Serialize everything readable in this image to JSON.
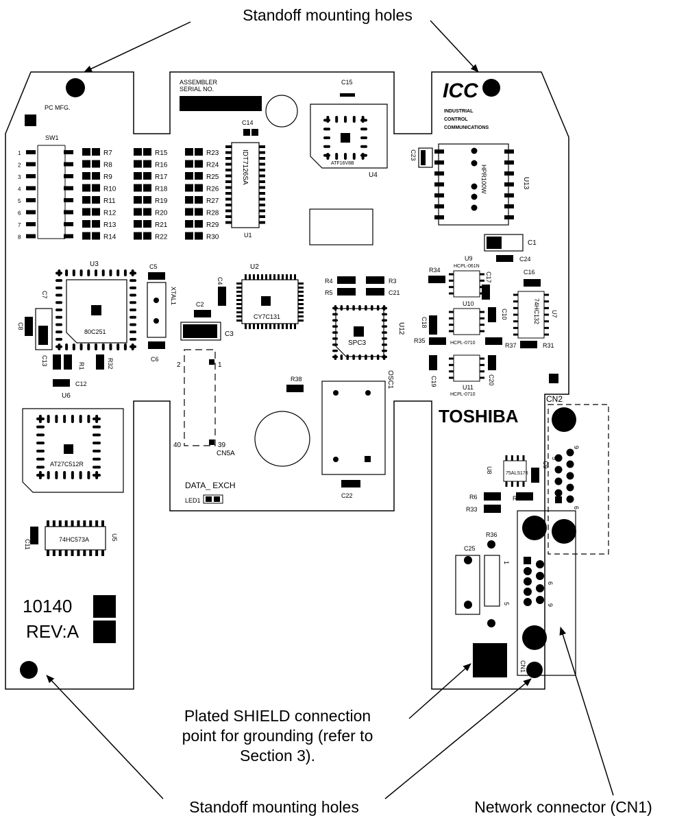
{
  "callouts": {
    "top": "Standoff mounting holes",
    "bottom_left": "Standoff mounting holes",
    "shield_line1": "Plated SHIELD connection",
    "shield_line2": "point for grounding (refer to",
    "shield_line3": "Section 3).",
    "network": "Network connector (CN1)"
  },
  "board": {
    "assembler": "ASSEMBLER",
    "serial": "SERIAL NO.",
    "pc_mfg": "PC MFG.",
    "icc_logo": "ICC",
    "icc_line1": "INDUSTRIAL",
    "icc_line2": "CONTROL",
    "icc_line3": "COMMUNICATIONS",
    "sw1": "SW1",
    "sw_pins": [
      "1",
      "2",
      "3",
      "4",
      "5",
      "6",
      "7",
      "8"
    ],
    "res_col1": [
      "R7",
      "R8",
      "R9",
      "R10",
      "R11",
      "R12",
      "R13",
      "R14"
    ],
    "res_col2": [
      "R15",
      "R16",
      "R17",
      "R18",
      "R19",
      "R20",
      "R21",
      "R22"
    ],
    "res_col3": [
      "R23",
      "R24",
      "R25",
      "R26",
      "R27",
      "R28",
      "R29",
      "R30"
    ],
    "c14": "C14",
    "u1_chip": "IDT7126SA",
    "u1": "U1",
    "c15": "C15",
    "u4_chip": "ATF16V8B",
    "u4": "U4",
    "c23": "C23",
    "u13_chip": "HPR100W",
    "u13": "U13",
    "c1": "C1",
    "c24": "C24",
    "u3": "U3",
    "u3_chip": "80C251",
    "c5": "C5",
    "xtal1": "XTAL1",
    "c6": "C6",
    "c7": "C7",
    "c8": "C8",
    "c2": "C2",
    "c3": "C3",
    "c4": "C4",
    "u2": "U2",
    "u2_chip": "CY7C131",
    "r4": "R4",
    "r3": "R3",
    "r5": "R5",
    "c21": "C21",
    "u12_chip": "SPC3",
    "u12": "U12",
    "r34": "R34",
    "u9": "U9",
    "u9_chip": "HCPL-061N",
    "c17": "C17",
    "c16": "C16",
    "u10": "U10",
    "u10_chip": "HCPL-0710",
    "c18": "C18",
    "c10": "C10",
    "u7_chip": "74HC132",
    "u7": "U7",
    "r35": "R35",
    "r37": "R37",
    "r31": "R31",
    "c19": "C19",
    "u11": "U11",
    "u11_chip": "HCPL-0710",
    "c20": "C20",
    "c13": "C13",
    "r1": "R1",
    "r32": "R32",
    "c12": "C12",
    "r38": "R38",
    "osc1": "OSC1",
    "u6": "U6",
    "u6_chip": "AT27C512R",
    "cn5a": "CN5A",
    "data_exch": "DATA_ EXCH",
    "led1": "LED1",
    "c22": "C22",
    "toshiba": "TOSHIBA",
    "cn2": "CN2",
    "u8_chip": "75ALS176",
    "u8": "U8",
    "c9": "C9",
    "r6": "R6",
    "r2": "R2",
    "r33": "R33",
    "r36": "R36",
    "c25": "C25",
    "u5_chip": "74HC573A",
    "u5": "U5",
    "c11": "C11",
    "board_no": "10140",
    "rev": "REV:A",
    "cn1": "CN1"
  }
}
